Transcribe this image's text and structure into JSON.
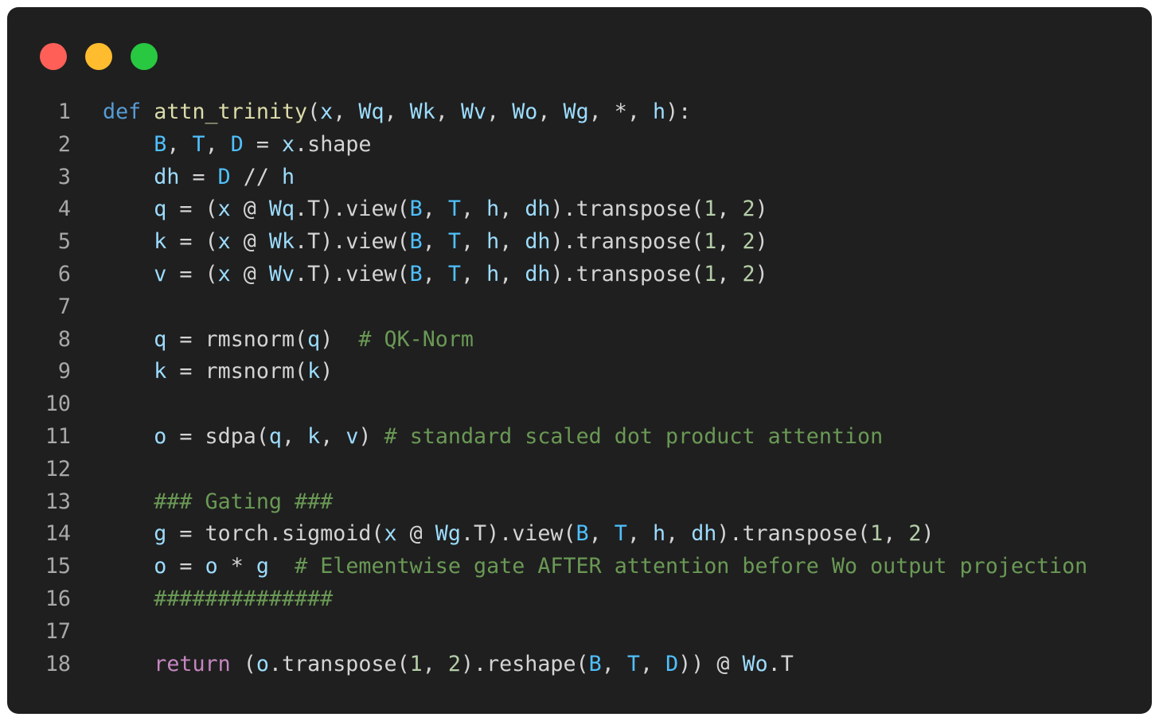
{
  "window": {
    "buttons": [
      {
        "name": "close",
        "color": "#ff5f57"
      },
      {
        "name": "minimize",
        "color": "#febc2e"
      },
      {
        "name": "zoom",
        "color": "#28c840"
      }
    ]
  },
  "colors": {
    "background": "#1f1f1f",
    "keyword": "#569cd6",
    "function": "#dcdcaa",
    "variable": "#9cdcfe",
    "constant": "#4fc1ff",
    "number": "#b5cea8",
    "comment": "#6a9955",
    "control": "#c586c0",
    "text": "#d4d4d4",
    "line_number": "#a8a8a8"
  },
  "code": {
    "language": "python",
    "lines": [
      {
        "n": "1",
        "tokens": [
          [
            "kw",
            "def"
          ],
          [
            "plain",
            " "
          ],
          [
            "fn",
            "attn_trinity"
          ],
          [
            "plain",
            "("
          ],
          [
            "var",
            "x"
          ],
          [
            "plain",
            ", "
          ],
          [
            "var",
            "Wq"
          ],
          [
            "plain",
            ", "
          ],
          [
            "var",
            "Wk"
          ],
          [
            "plain",
            ", "
          ],
          [
            "var",
            "Wv"
          ],
          [
            "plain",
            ", "
          ],
          [
            "var",
            "Wo"
          ],
          [
            "plain",
            ", "
          ],
          [
            "var",
            "Wg"
          ],
          [
            "plain",
            ", *, "
          ],
          [
            "var",
            "h"
          ],
          [
            "plain",
            "):"
          ]
        ]
      },
      {
        "n": "2",
        "tokens": [
          [
            "plain",
            "    "
          ],
          [
            "const",
            "B"
          ],
          [
            "plain",
            ", "
          ],
          [
            "const",
            "T"
          ],
          [
            "plain",
            ", "
          ],
          [
            "const",
            "D"
          ],
          [
            "plain",
            " = "
          ],
          [
            "var",
            "x"
          ],
          [
            "plain",
            ".shape"
          ]
        ]
      },
      {
        "n": "3",
        "tokens": [
          [
            "plain",
            "    "
          ],
          [
            "var",
            "dh"
          ],
          [
            "plain",
            " = "
          ],
          [
            "const",
            "D"
          ],
          [
            "plain",
            " // "
          ],
          [
            "var",
            "h"
          ]
        ]
      },
      {
        "n": "4",
        "tokens": [
          [
            "plain",
            "    "
          ],
          [
            "var",
            "q"
          ],
          [
            "plain",
            " = ("
          ],
          [
            "var",
            "x"
          ],
          [
            "plain",
            " @ "
          ],
          [
            "var",
            "Wq"
          ],
          [
            "plain",
            ".T).view("
          ],
          [
            "const",
            "B"
          ],
          [
            "plain",
            ", "
          ],
          [
            "const",
            "T"
          ],
          [
            "plain",
            ", "
          ],
          [
            "var",
            "h"
          ],
          [
            "plain",
            ", "
          ],
          [
            "var",
            "dh"
          ],
          [
            "plain",
            ").transpose("
          ],
          [
            "num",
            "1"
          ],
          [
            "plain",
            ", "
          ],
          [
            "num",
            "2"
          ],
          [
            "plain",
            ")"
          ]
        ]
      },
      {
        "n": "5",
        "tokens": [
          [
            "plain",
            "    "
          ],
          [
            "var",
            "k"
          ],
          [
            "plain",
            " = ("
          ],
          [
            "var",
            "x"
          ],
          [
            "plain",
            " @ "
          ],
          [
            "var",
            "Wk"
          ],
          [
            "plain",
            ".T).view("
          ],
          [
            "const",
            "B"
          ],
          [
            "plain",
            ", "
          ],
          [
            "const",
            "T"
          ],
          [
            "plain",
            ", "
          ],
          [
            "var",
            "h"
          ],
          [
            "plain",
            ", "
          ],
          [
            "var",
            "dh"
          ],
          [
            "plain",
            ").transpose("
          ],
          [
            "num",
            "1"
          ],
          [
            "plain",
            ", "
          ],
          [
            "num",
            "2"
          ],
          [
            "plain",
            ")"
          ]
        ]
      },
      {
        "n": "6",
        "tokens": [
          [
            "plain",
            "    "
          ],
          [
            "var",
            "v"
          ],
          [
            "plain",
            " = ("
          ],
          [
            "var",
            "x"
          ],
          [
            "plain",
            " @ "
          ],
          [
            "var",
            "Wv"
          ],
          [
            "plain",
            ".T).view("
          ],
          [
            "const",
            "B"
          ],
          [
            "plain",
            ", "
          ],
          [
            "const",
            "T"
          ],
          [
            "plain",
            ", "
          ],
          [
            "var",
            "h"
          ],
          [
            "plain",
            ", "
          ],
          [
            "var",
            "dh"
          ],
          [
            "plain",
            ").transpose("
          ],
          [
            "num",
            "1"
          ],
          [
            "plain",
            ", "
          ],
          [
            "num",
            "2"
          ],
          [
            "plain",
            ")"
          ]
        ]
      },
      {
        "n": "7",
        "tokens": []
      },
      {
        "n": "8",
        "tokens": [
          [
            "plain",
            "    "
          ],
          [
            "var",
            "q"
          ],
          [
            "plain",
            " = rmsnorm("
          ],
          [
            "var",
            "q"
          ],
          [
            "plain",
            ")  "
          ],
          [
            "com",
            "# QK-Norm"
          ]
        ]
      },
      {
        "n": "9",
        "tokens": [
          [
            "plain",
            "    "
          ],
          [
            "var",
            "k"
          ],
          [
            "plain",
            " = rmsnorm("
          ],
          [
            "var",
            "k"
          ],
          [
            "plain",
            ")"
          ]
        ]
      },
      {
        "n": "10",
        "tokens": []
      },
      {
        "n": "11",
        "tokens": [
          [
            "plain",
            "    "
          ],
          [
            "var",
            "o"
          ],
          [
            "plain",
            " = sdpa("
          ],
          [
            "var",
            "q"
          ],
          [
            "plain",
            ", "
          ],
          [
            "var",
            "k"
          ],
          [
            "plain",
            ", "
          ],
          [
            "var",
            "v"
          ],
          [
            "plain",
            ") "
          ],
          [
            "com",
            "# standard scaled dot product attention"
          ]
        ]
      },
      {
        "n": "12",
        "tokens": []
      },
      {
        "n": "13",
        "tokens": [
          [
            "plain",
            "    "
          ],
          [
            "com",
            "### Gating ###"
          ]
        ]
      },
      {
        "n": "14",
        "tokens": [
          [
            "plain",
            "    "
          ],
          [
            "var",
            "g"
          ],
          [
            "plain",
            " = torch.sigmoid("
          ],
          [
            "var",
            "x"
          ],
          [
            "plain",
            " @ "
          ],
          [
            "var",
            "Wg"
          ],
          [
            "plain",
            ".T).view("
          ],
          [
            "const",
            "B"
          ],
          [
            "plain",
            ", "
          ],
          [
            "const",
            "T"
          ],
          [
            "plain",
            ", "
          ],
          [
            "var",
            "h"
          ],
          [
            "plain",
            ", "
          ],
          [
            "var",
            "dh"
          ],
          [
            "plain",
            ").transpose("
          ],
          [
            "num",
            "1"
          ],
          [
            "plain",
            ", "
          ],
          [
            "num",
            "2"
          ],
          [
            "plain",
            ")"
          ]
        ]
      },
      {
        "n": "15",
        "tokens": [
          [
            "plain",
            "    "
          ],
          [
            "var",
            "o"
          ],
          [
            "plain",
            " = "
          ],
          [
            "var",
            "o"
          ],
          [
            "plain",
            " * "
          ],
          [
            "var",
            "g"
          ],
          [
            "plain",
            "  "
          ],
          [
            "com",
            "# Elementwise gate AFTER attention before Wo output projection"
          ]
        ]
      },
      {
        "n": "16",
        "tokens": [
          [
            "plain",
            "    "
          ],
          [
            "com",
            "##############"
          ]
        ]
      },
      {
        "n": "17",
        "tokens": []
      },
      {
        "n": "18",
        "tokens": [
          [
            "plain",
            "    "
          ],
          [
            "ctrl",
            "return"
          ],
          [
            "plain",
            " ("
          ],
          [
            "var",
            "o"
          ],
          [
            "plain",
            ".transpose("
          ],
          [
            "num",
            "1"
          ],
          [
            "plain",
            ", "
          ],
          [
            "num",
            "2"
          ],
          [
            "plain",
            ").reshape("
          ],
          [
            "const",
            "B"
          ],
          [
            "plain",
            ", "
          ],
          [
            "const",
            "T"
          ],
          [
            "plain",
            ", "
          ],
          [
            "const",
            "D"
          ],
          [
            "plain",
            ")) @ "
          ],
          [
            "var",
            "Wo"
          ],
          [
            "plain",
            ".T"
          ]
        ]
      }
    ]
  }
}
